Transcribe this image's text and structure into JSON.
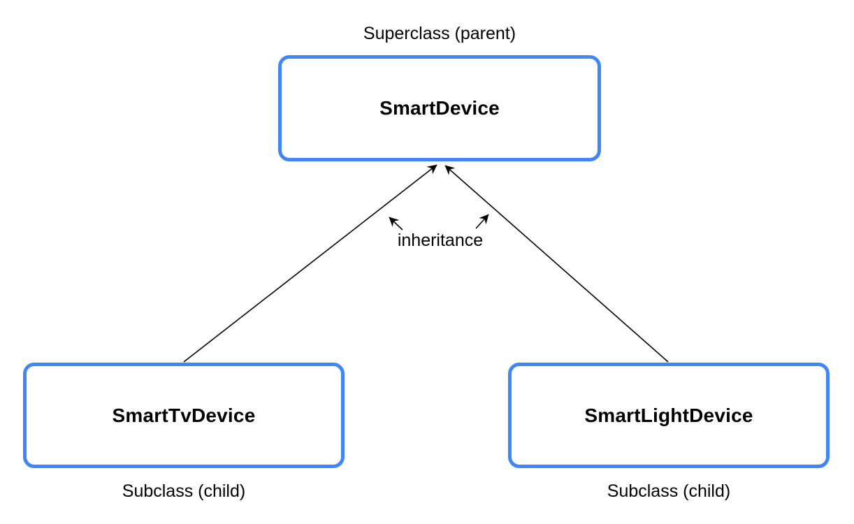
{
  "diagram": {
    "superclass": {
      "label": "SmartDevice",
      "caption": "Superclass (parent)"
    },
    "subclasses": [
      {
        "label": "SmartTvDevice",
        "caption": "Subclass (child)"
      },
      {
        "label": "SmartLightDevice",
        "caption": "Subclass (child)"
      }
    ],
    "edge_label": "inheritance"
  },
  "colors": {
    "box_border": "#4285F4",
    "box_fill": "#FFFFFF",
    "line": "#000000",
    "text": "#000000",
    "background": "#FFFFFF"
  }
}
